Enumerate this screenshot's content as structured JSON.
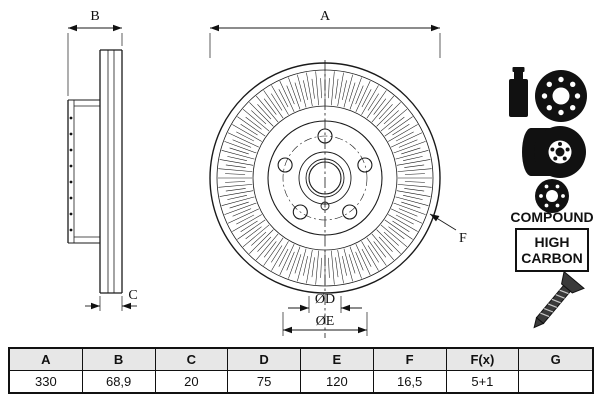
{
  "drawing": {
    "labels": {
      "a": "A",
      "b": "B",
      "c": "C",
      "d": "ØD",
      "e": "ØE",
      "f": "F"
    }
  },
  "side_icons": {
    "compound_label": "COMPOUND",
    "high_carbon": {
      "line1": "HIGH",
      "line2": "CARBON"
    }
  },
  "table": {
    "headers": [
      "A",
      "B",
      "C",
      "D",
      "E",
      "F",
      "F(x)",
      "G"
    ],
    "values": [
      "330",
      "68,9",
      "20",
      "75",
      "120",
      "16,5",
      "5+1",
      ""
    ]
  }
}
